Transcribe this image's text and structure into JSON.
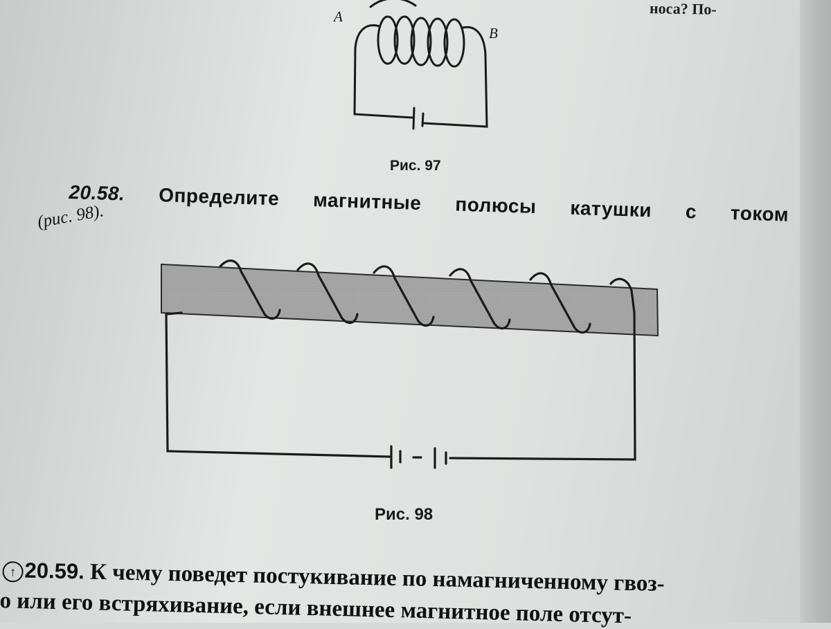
{
  "top_fragment": "носа? По-",
  "figure97": {
    "label_a": "A",
    "label_b": "B",
    "caption": "Рис. 97"
  },
  "problem_20_58": {
    "number": "20.58.",
    "words": [
      "Определите",
      "магнитные",
      "полюсы",
      "катушки",
      "с",
      "током"
    ],
    "line2": "(рис. 98)."
  },
  "figure98": {
    "caption": "Рис. 98"
  },
  "problem_20_59": {
    "marker": "↑",
    "number": "20.59.",
    "line1": "К чему поведет постукивание по намагниченному гвоз-",
    "line2": "о или его встряхивание, если внешнее магнитное поле отсут-"
  }
}
